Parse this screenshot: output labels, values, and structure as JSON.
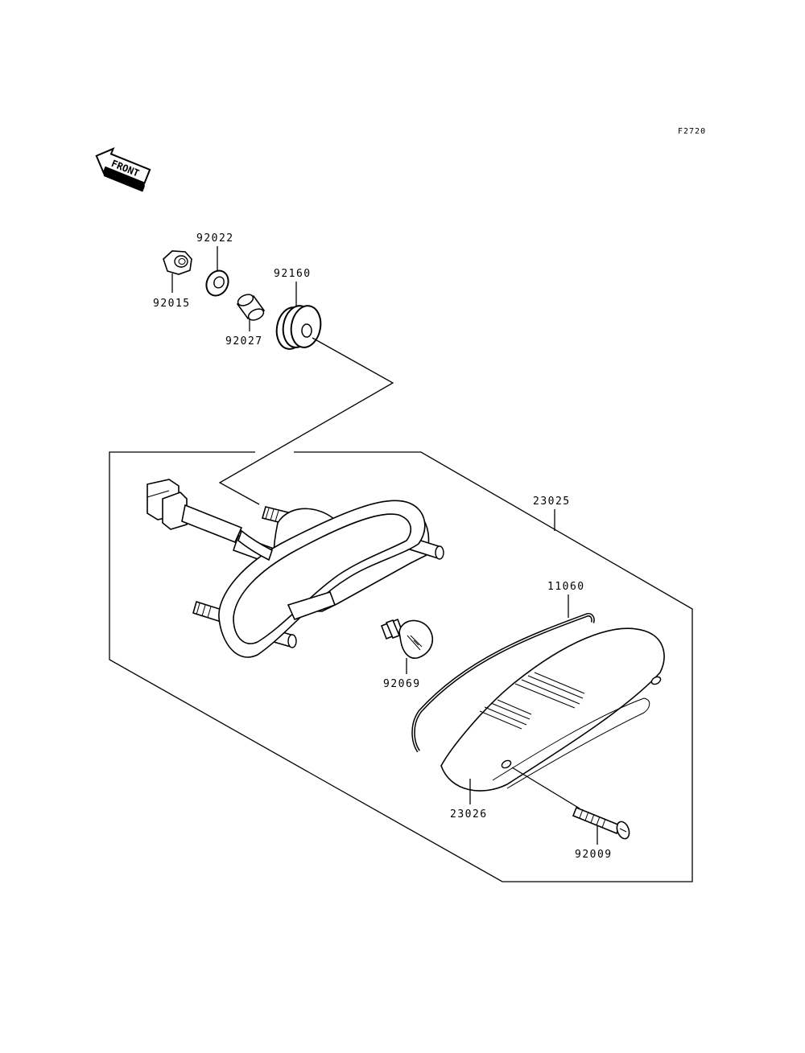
{
  "figure_code": "F2720",
  "front_label": "FRONT",
  "parts": {
    "p92022": "92022",
    "p92015": "92015",
    "p92160": "92160",
    "p92027": "92027",
    "p23025": "23025",
    "p11060": "11060",
    "p92069": "92069",
    "p23026": "23026",
    "p92009": "92009"
  }
}
